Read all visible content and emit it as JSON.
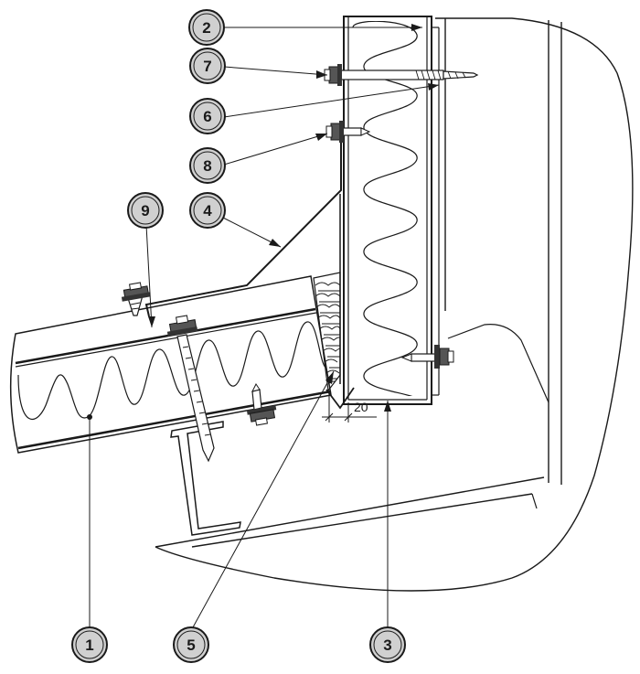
{
  "callouts": [
    {
      "id": "c1",
      "label": "1"
    },
    {
      "id": "c2",
      "label": "2"
    },
    {
      "id": "c3",
      "label": "3"
    },
    {
      "id": "c4",
      "label": "4"
    },
    {
      "id": "c5",
      "label": "5"
    },
    {
      "id": "c6",
      "label": "6"
    },
    {
      "id": "c7",
      "label": "7"
    },
    {
      "id": "c8",
      "label": "8"
    },
    {
      "id": "c9",
      "label": "9"
    }
  ],
  "dimension": {
    "value": "20"
  },
  "colors": {
    "line": "#1a1a1a",
    "callout_fill": "#d0d0d0",
    "background": "#ffffff"
  }
}
